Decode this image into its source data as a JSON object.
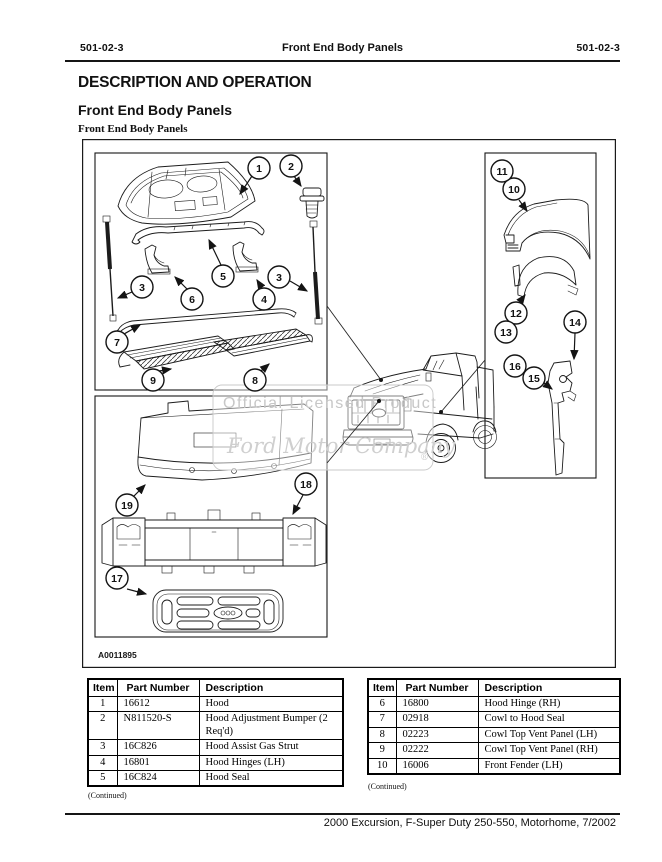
{
  "page": {
    "header": {
      "left": "501-02-3",
      "center": "Front End Body Panels",
      "right": "501-02-3"
    },
    "section_heading": "DESCRIPTION AND OPERATION",
    "subsection_heading": "Front End Body Panels",
    "figure_caption": "Front End Body Panels",
    "footer": "2000 Excursion, F-Super Duty 250-550, Motorhome, 7/2002"
  },
  "figure": {
    "id": "A0011895",
    "watermark": {
      "line1": "Official Licensed Product",
      "line2": "Ford Motor Company",
      "registered": "®"
    },
    "callouts": [
      "1",
      "2",
      "3",
      "3",
      "4",
      "5",
      "6",
      "7",
      "8",
      "9",
      "10",
      "11",
      "12",
      "13",
      "14",
      "15",
      "16",
      "17",
      "18",
      "19"
    ]
  },
  "tables": [
    {
      "headers": [
        "Item",
        "Part Number",
        "Description"
      ],
      "rows": [
        [
          "1",
          "16612",
          "Hood"
        ],
        [
          "2",
          "N811520-S",
          "Hood Adjustment Bumper (2 Req'd)"
        ],
        [
          "3",
          "16C826",
          "Hood Assist Gas Strut"
        ],
        [
          "4",
          "16801",
          "Hood Hinges (LH)"
        ],
        [
          "5",
          "16C824",
          "Hood Seal"
        ]
      ],
      "continued": "(Continued)"
    },
    {
      "headers": [
        "Item",
        "Part Number",
        "Description"
      ],
      "rows": [
        [
          "6",
          "16800",
          "Hood Hinge (RH)"
        ],
        [
          "7",
          "02918",
          "Cowl to Hood Seal"
        ],
        [
          "8",
          "02223",
          "Cowl Top Vent Panel (LH)"
        ],
        [
          "9",
          "02222",
          "Cowl Top Vent Panel (RH)"
        ],
        [
          "10",
          "16006",
          "Front Fender (LH)"
        ]
      ],
      "continued": "(Continued)"
    }
  ]
}
